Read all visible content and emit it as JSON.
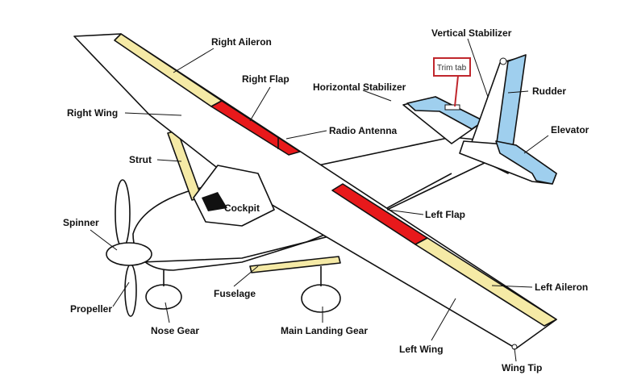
{
  "title": "Airplane parts diagram",
  "colors": {
    "aileron": "#f5eaa6",
    "flap": "#e8191b",
    "control_surface": "#9fcfee",
    "trim_box": "#c0272d"
  },
  "labels": {
    "right_aileron": "Right Aileron",
    "vertical_stabilizer": "Vertical Stabilizer",
    "trim_tab": "Trim tab",
    "rudder": "Rudder",
    "right_flap": "Right Flap",
    "horizontal_stabilizer": "Horizontal Stabilizer",
    "right_wing": "Right Wing",
    "radio_antenna": "Radio Antenna",
    "elevator": "Elevator",
    "strut": "Strut",
    "cockpit": "Cockpit",
    "left_flap": "Left Flap",
    "spinner": "Spinner",
    "left_aileron": "Left Aileron",
    "propeller": "Propeller",
    "fuselage": "Fuselage",
    "nose_gear": "Nose Gear",
    "main_landing_gear": "Main Landing Gear",
    "left_wing": "Left Wing",
    "wing_tip": "Wing Tip"
  }
}
